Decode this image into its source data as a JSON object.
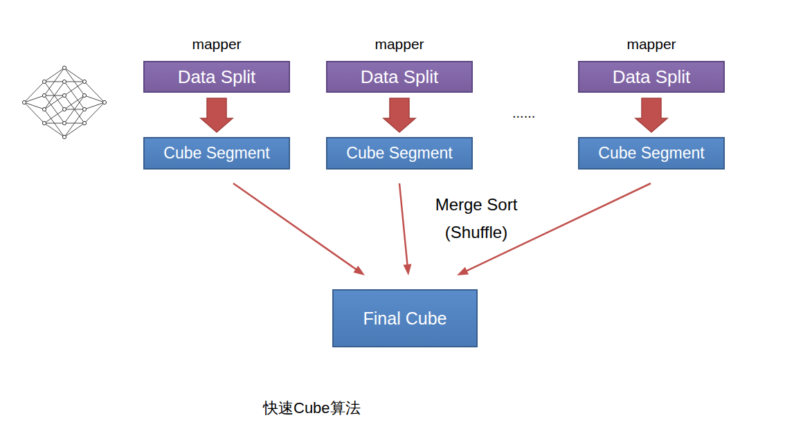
{
  "diagram": {
    "caption": "快速Cube算法",
    "nodes": [
      {
        "text": [
          "mapper",
          "Data Split"
        ]
      },
      {
        "text": [
          "mapper",
          "Data Split"
        ]
      },
      {
        "text": [
          "mapper",
          "Data Split"
        ]
      },
      {
        "text": [
          "Cube Segment"
        ]
      },
      {
        "text": [
          "Cube Segment"
        ]
      },
      {
        "text": [
          "Cube Segment"
        ]
      },
      {
        "text": [
          "Final Cube"
        ]
      }
    ],
    "edges": [
      {
        "from": 0,
        "to": 3,
        "arrow": "to"
      },
      {
        "from": 1,
        "to": 4,
        "arrow": "to"
      },
      {
        "from": 2,
        "to": 5,
        "arrow": "to"
      },
      {
        "from": 3,
        "to": 6,
        "arrow": "to"
      },
      {
        "from": 4,
        "to": 6,
        "arrow": "to",
        "label": "Merge Sort (Shuffle)"
      },
      {
        "from": 5,
        "to": 6,
        "arrow": "to"
      }
    ],
    "labels": [
      "......"
    ]
  }
}
